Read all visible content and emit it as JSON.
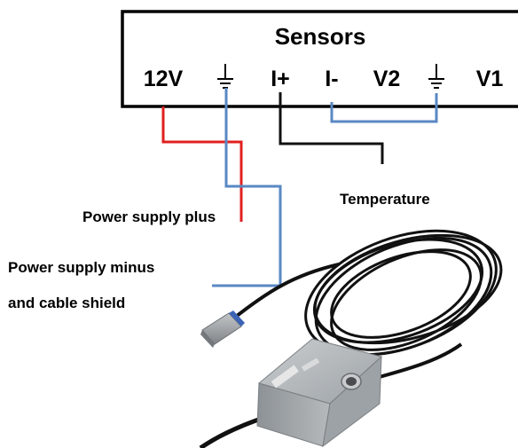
{
  "terminal_block": {
    "title": "Sensors",
    "terminals": [
      "12V",
      "⏚",
      "I+",
      "I-",
      "V2",
      "⏚",
      "V1"
    ]
  },
  "labels": {
    "power_supply_plus": "Power supply plus",
    "power_supply_minus_line1": "Power supply minus",
    "power_supply_minus_line2": "and cable shield",
    "temperature": "Temperature"
  },
  "colors": {
    "red_wire": "#e02020",
    "blue_wire": "#5a88c4",
    "black_wire": "#111111",
    "cable": "#111111",
    "enclosure": "#a7acaf",
    "probe": "#9a9ea3"
  },
  "icons": {
    "ground": "ground-icon",
    "sensor_probe": "temperature-probe-icon",
    "sensor_housing": "sensor-enclosure-icon"
  }
}
